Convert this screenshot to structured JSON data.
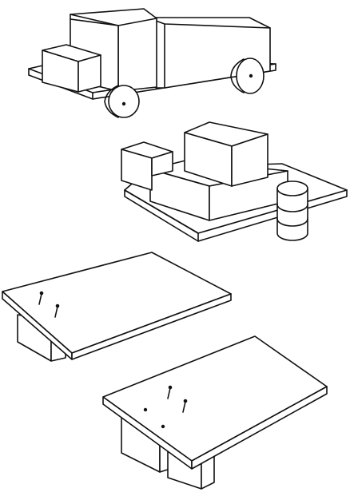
{
  "illustration": {
    "style": "black line drawing on white",
    "stroke_color": "#111111",
    "background_color": "#ffffff",
    "objects": [
      {
        "name": "toy-truck",
        "parts": [
          "base-board",
          "cab-block",
          "hood-block",
          "cargo-block",
          "wheels"
        ]
      },
      {
        "name": "block-assembly",
        "parts": [
          "base-board",
          "small-cube",
          "slab",
          "top-cube",
          "barrel"
        ]
      },
      {
        "name": "board-with-nails-1",
        "parts": [
          "board",
          "support-block",
          "nails"
        ]
      },
      {
        "name": "board-with-nails-2",
        "parts": [
          "board",
          "support-blocks",
          "nails"
        ]
      }
    ]
  }
}
